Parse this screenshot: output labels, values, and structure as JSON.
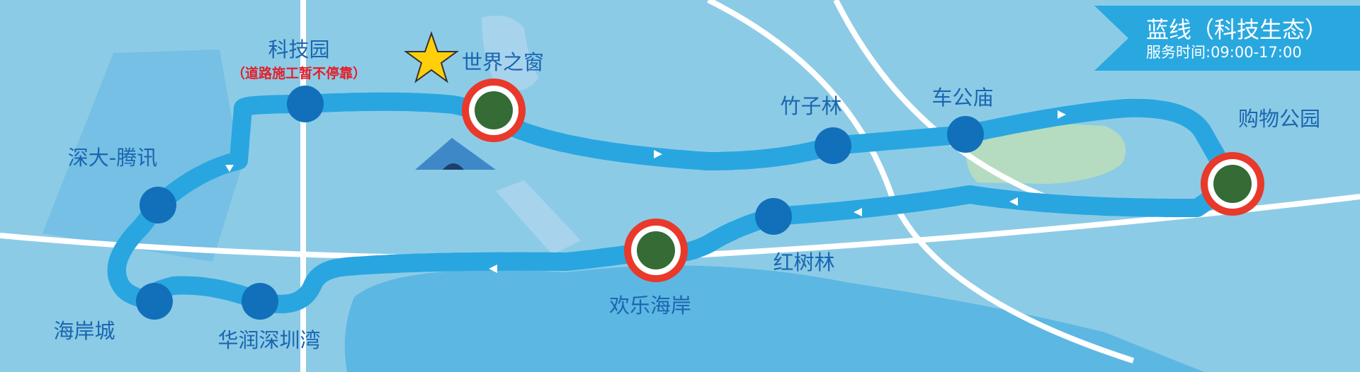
{
  "banner": {
    "title": "蓝线（科技生态）",
    "hours": "服务时间:09:00-17:00"
  },
  "stations": [
    {
      "name": "科技园",
      "note": "（道路施工暂不停靠）",
      "type": "regular"
    },
    {
      "name": "世界之窗",
      "type": "major",
      "landmark": "star-icon"
    },
    {
      "name": "竹子林",
      "type": "regular"
    },
    {
      "name": "车公庙",
      "type": "regular"
    },
    {
      "name": "购物公园",
      "type": "major"
    },
    {
      "name": "红树林",
      "type": "regular"
    },
    {
      "name": "欢乐海岸",
      "type": "major"
    },
    {
      "name": "华润深圳湾",
      "type": "regular"
    },
    {
      "name": "海岸城",
      "type": "regular"
    },
    {
      "name": "深大-腾讯",
      "type": "regular"
    }
  ],
  "colors": {
    "route": "#29a6e0",
    "station": "#1270bb",
    "major_ring": "#e8392b",
    "major_center": "#356b35",
    "banner": "#29a8e0",
    "label": "#1a66b0",
    "note": "#e0202a"
  }
}
